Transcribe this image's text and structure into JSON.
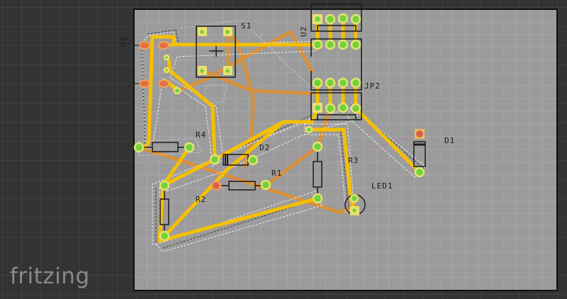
{
  "app": {
    "logo_text": "fritzing",
    "view": "PCB View"
  },
  "colors": {
    "canvas_bg": "#333333",
    "board_bg": "#9b9b9b",
    "trace_top": "#f5c000",
    "trace_bottom": "#d8913a",
    "pad_fill": "#6ed43c",
    "pad_ring": "#e8e070",
    "pad_unrouted": "#e06a4a",
    "ratsnest": "#c060c0",
    "silkscreen": "#1a1a1a"
  },
  "components": [
    {
      "ref": "U1",
      "type": "voltage-regulator"
    },
    {
      "ref": "S1",
      "type": "pushbutton"
    },
    {
      "ref": "U2",
      "type": "ic-header"
    },
    {
      "ref": "JP2",
      "type": "header"
    },
    {
      "ref": "R4",
      "type": "resistor"
    },
    {
      "ref": "D2",
      "type": "diode"
    },
    {
      "ref": "R1",
      "type": "resistor"
    },
    {
      "ref": "R2",
      "type": "resistor"
    },
    {
      "ref": "R3",
      "type": "resistor"
    },
    {
      "ref": "LED1",
      "type": "led"
    },
    {
      "ref": "D1",
      "type": "diode"
    }
  ],
  "labels": {
    "u1": "U1",
    "s1": "S1",
    "u2": "U2",
    "jp2": "JP2",
    "r4": "R4",
    "d2": "D2",
    "r1": "R1",
    "r2": "R2",
    "r3": "R3",
    "led1": "LED1",
    "d1": "D1"
  }
}
